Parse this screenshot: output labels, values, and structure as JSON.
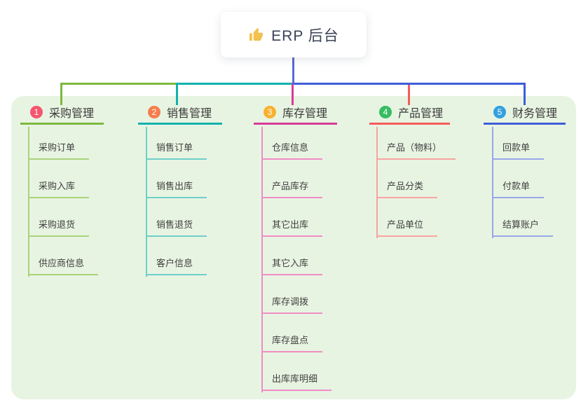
{
  "root": {
    "label": "ERP 后台",
    "icon": "thumbs-up-icon",
    "icon_color": "#F2C14E",
    "connector_color": "#5B68D8"
  },
  "canvas": {
    "background": "#ffffff",
    "panel_color": "#E8F4E2"
  },
  "branches": [
    {
      "index": "1",
      "label": "采购管理",
      "badge_color": "#F4566E",
      "line_color": "#7CB93F",
      "child_line_color": "#A8D478",
      "children": [
        "采购订单",
        "采购入库",
        "采购退货",
        "供应商信息"
      ]
    },
    {
      "index": "2",
      "label": "销售管理",
      "badge_color": "#F67E4D",
      "line_color": "#12B2AE",
      "child_line_color": "#6FCFC9",
      "children": [
        "销售订单",
        "销售出库",
        "销售退货",
        "客户信息"
      ]
    },
    {
      "index": "3",
      "label": "库存管理",
      "badge_color": "#F8B12F",
      "line_color": "#D63C99",
      "child_line_color": "#F08DC4",
      "children": [
        "仓库信息",
        "产品库存",
        "其它出库",
        "其它入库",
        "库存调拨",
        "库存盘点",
        "出库库明细"
      ]
    },
    {
      "index": "4",
      "label": "产品管理",
      "badge_color": "#37BD61",
      "line_color": "#F45B5B",
      "child_line_color": "#F8A3A3",
      "children": [
        "产品（物料）",
        "产品分类",
        "产品单位"
      ]
    },
    {
      "index": "5",
      "label": "财务管理",
      "badge_color": "#33A0DF",
      "line_color": "#3E5DD8",
      "child_line_color": "#97A8E8",
      "children": [
        "回款单",
        "付款单",
        "结算账户"
      ]
    }
  ]
}
